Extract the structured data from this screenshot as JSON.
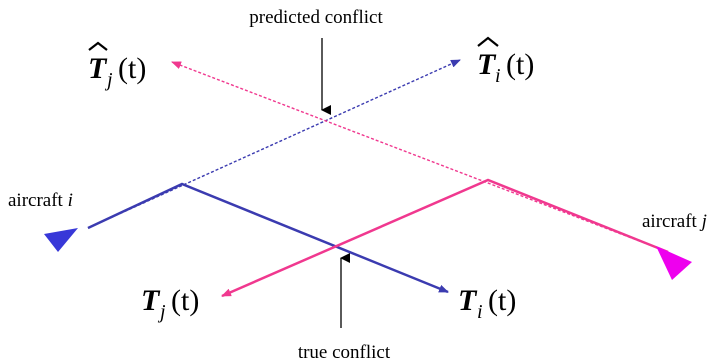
{
  "diagram": {
    "predicted_conflict": "predicted conflict",
    "true_conflict": "true conflict",
    "aircraft_i": {
      "prefix": "aircraft ",
      "var": "i"
    },
    "aircraft_j": {
      "prefix": "aircraft ",
      "var": "j"
    },
    "traj_labels": {
      "pred_j": {
        "sym": "T",
        "sub": "j",
        "arg": "(t)"
      },
      "pred_i": {
        "sym": "T",
        "sub": "i",
        "arg": "(t)"
      },
      "true_j": {
        "sym": "T",
        "sub": "j",
        "arg": "(t)"
      },
      "true_i": {
        "sym": "T",
        "sub": "i",
        "arg": "(t)"
      }
    },
    "colors": {
      "aircraft_i": "#3b3bb0",
      "aircraft_i_marker": "#3838d8",
      "aircraft_j": "#f0388f",
      "aircraft_j_marker": "#ee00ee",
      "annotation": "#000000"
    }
  }
}
